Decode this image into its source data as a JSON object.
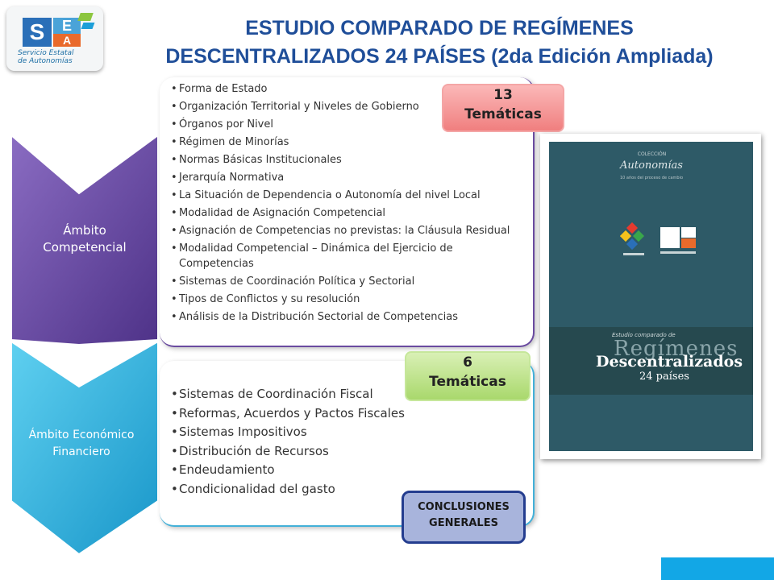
{
  "title": {
    "line1": "ESTUDIO COMPARADO DE REGÍMENES",
    "line2": "DESCENTRALIZADOS  24 PAÍSES (2da Edición Ampliada)"
  },
  "logo": {
    "letters": [
      "S",
      "E",
      "A"
    ],
    "tagline_line1": "Servicio Estatal",
    "tagline_line2": "de Autonomías"
  },
  "sections": {
    "competencial": {
      "label": "Ámbito Competencial",
      "color": "#6a4ba0",
      "items": [
        "Forma de Estado",
        "Organización Territorial y Niveles de Gobierno",
        "Órganos por Nivel",
        "Régimen de Minorías",
        "Normas Básicas Institucionales",
        "Jerarquía Normativa",
        "La Situación de Dependencia  o Autonomía del nivel Local",
        "Modalidad de Asignación Competencial",
        "Asignación de Competencias no previstas: la Cláusula Residual",
        "Modalidad Competencial – Dinámica del Ejercicio de Competencias",
        "Sistemas de Coordinación Política y Sectorial",
        "Tipos de Conflictos y su resolución",
        "Análisis de la Distribución Sectorial de Competencias"
      ],
      "badge_line1": "13",
      "badge_line2": "Temáticas"
    },
    "economico": {
      "label": "Ámbito Económico Financiero",
      "color": "#42b0d8",
      "items": [
        "Sistemas de Coordinación Fiscal",
        "Reformas, Acuerdos y Pactos Fiscales",
        "Sistemas Impositivos",
        "Distribución de Recursos",
        "Endeudamiento",
        "Condicionalidad del gasto"
      ],
      "badge_line1": "6",
      "badge_line2": "Temáticas"
    }
  },
  "conclusions": {
    "line1": "CONCLUSIONES",
    "line2": "GENERALES"
  },
  "book": {
    "collection": "COLECCIÓN",
    "collection_name": "Autonomías",
    "collection_sub": "10 años del proceso de cambio",
    "title_small": "Estudio comparado de",
    "title_big": "Regímenes",
    "title_main": "Descentralizados",
    "title_sub": "24 países"
  },
  "colors": {
    "title": "#1f4e99",
    "purple": "#6a4ba0",
    "cyan": "#42b0d8",
    "red_badge": "#f07f7f",
    "green_badge": "#a9d86c",
    "blue_badge": "#a8b4dc"
  }
}
